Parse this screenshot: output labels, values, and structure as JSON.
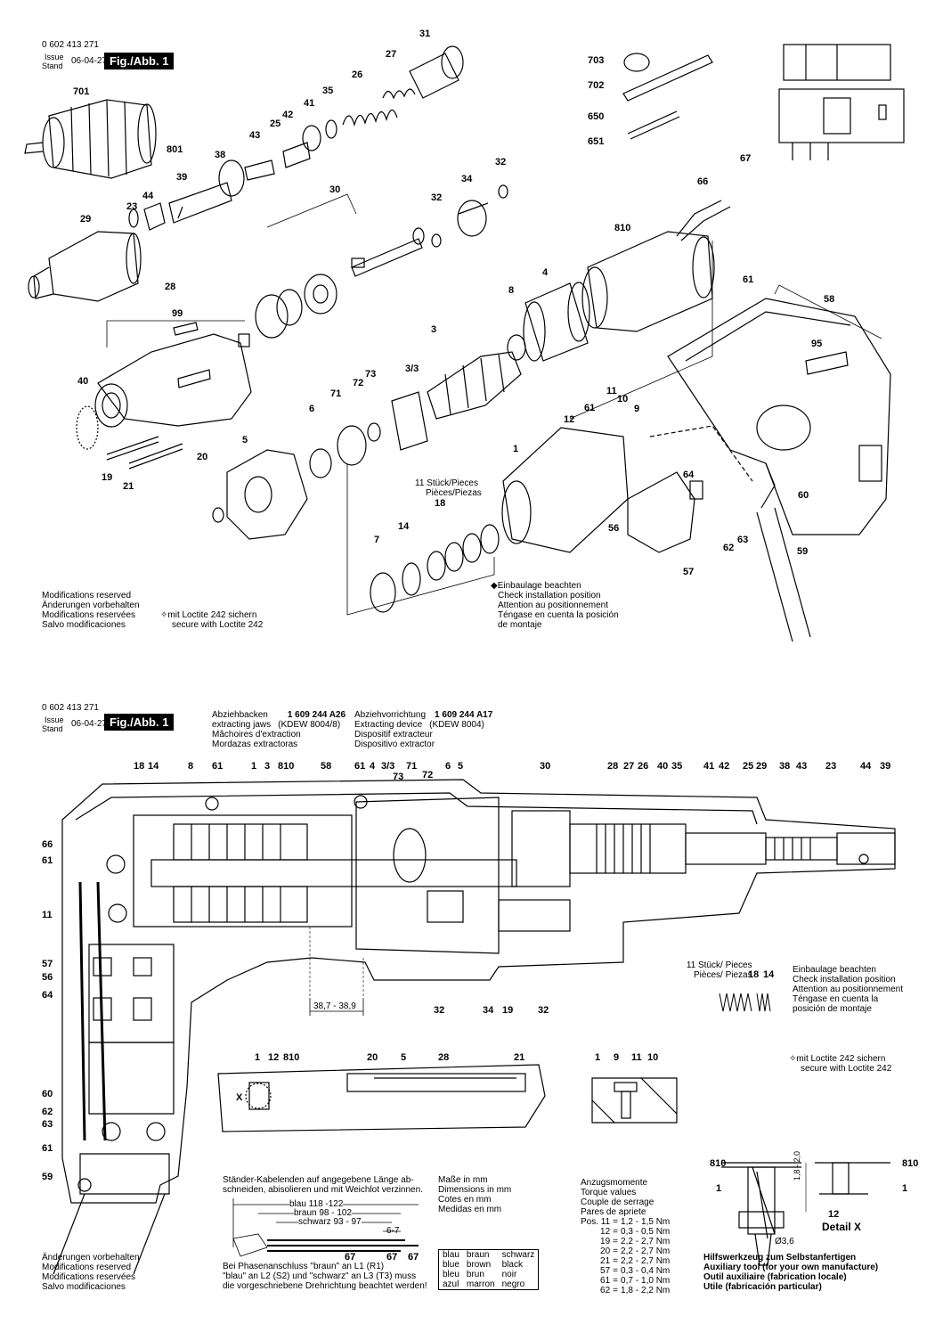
{
  "header_top": {
    "doc_number": "0 602 413 271",
    "issue_label": "Issue",
    "stand_label": "Stand",
    "date": "06-04-27",
    "fig_label": "Fig./Abb. 1"
  },
  "header_bottom": {
    "doc_number": "0 602 413 271",
    "issue_label": "Issue",
    "stand_label": "Stand",
    "date": "06-04-27",
    "fig_label": "Fig./Abb. 1"
  },
  "top_callouts": [
    "31",
    "27",
    "26",
    "35",
    "41",
    "42",
    "25",
    "43",
    "701",
    "801",
    "38",
    "39",
    "23",
    "44",
    "29",
    "30",
    "32",
    "34",
    "32",
    "703",
    "702",
    "650",
    "651",
    "66",
    "67",
    "810",
    "4",
    "8",
    "3",
    "3/3",
    "28",
    "99",
    "40",
    "71",
    "72",
    "73",
    "6",
    "5",
    "20",
    "19",
    "21",
    "11",
    "10",
    "61",
    "12",
    "9",
    "1",
    "58",
    "61",
    "95",
    "64",
    "60",
    "56",
    "63",
    "62",
    "57",
    "59",
    "7",
    "14",
    "18"
  ],
  "pieces_note": [
    "11 Stück/Pieces",
    "Pièces/Piezas"
  ],
  "modifications_top": [
    "Modifications reserved",
    "Änderungen vorbehalten",
    "Modifications reservées",
    "Salvo modificaciones"
  ],
  "loctite_top": [
    "mit Loctite 242 sichern",
    "secure with Loctite 242"
  ],
  "installation_top": [
    "Einbaulage beachten",
    "Check installation position",
    "Attention au positionnement",
    "Téngase en cuenta la posición",
    "de montaje"
  ],
  "extract_jaws": {
    "rows": [
      "Abziehbacken",
      "extracting jaws",
      "Mâchoires d'extraction",
      "Mordazas extractoras"
    ],
    "part_no": "1 609 244 A26",
    "kdew": "(KDEW 8004/8)"
  },
  "extract_device": {
    "rows": [
      "Abziehvorrichtung",
      "Extracting device",
      "Dispositif extracteur",
      "Dispositivo extractor"
    ],
    "part_no": "1 609 244 A17",
    "kdew": "(KDEW 8004)"
  },
  "section_top_labels": [
    "18",
    "14",
    "8",
    "61",
    "1",
    "3",
    "810",
    "58",
    "61",
    "4",
    "3/3",
    "71",
    "72",
    "73",
    "6",
    "5",
    "30",
    "28",
    "27",
    "26",
    "40",
    "35",
    "41",
    "42",
    "25",
    "29",
    "38",
    "43",
    "23",
    "44",
    "39"
  ],
  "section_left_labels": [
    "66",
    "61",
    "11",
    "57",
    "56",
    "64",
    "60",
    "62",
    "63",
    "61",
    "59"
  ],
  "section_bottom_labels": [
    "32",
    "34",
    "19",
    "32"
  ],
  "dimension": "38,7 - 38,9",
  "pieces_note_bottom": [
    "11 Stück/ Pieces",
    "Pièces/ Piezas"
  ],
  "pieces_bottom_nums": [
    "18",
    "14"
  ],
  "installation_bottom": [
    "Einbaulage beachten",
    "Check installation position",
    "Attention au positionnement",
    "Téngase en cuenta la",
    "posición de montaje"
  ],
  "loctite_bottom": [
    "mit Loctite 242 sichern",
    "secure with Loctite 242"
  ],
  "detail_small_labels": [
    "1",
    "12",
    "810",
    "20",
    "5",
    "28",
    "21",
    "X"
  ],
  "screw_labels": [
    "1",
    "9",
    "11",
    "10"
  ],
  "cable_note": [
    "Ständer-Kabelenden auf angegebene Länge ab-",
    "schneiden, abisolieren und mit Weichlot verzinnen."
  ],
  "cable_lengths": {
    "blau": "blau 118 -122",
    "braun": "braun 98 - 102",
    "schwarz": "schwarz 93 - 97",
    "short": "6-7",
    "labels": [
      "67",
      "67",
      "67"
    ]
  },
  "phase_note": [
    "Bei Phasenanschluss \"braun\" an L1 (R1)",
    "\"blau\" an L2 (S2) und \"schwarz\" an L3 (T3) muss",
    "die vorgeschriebene Drehrichtung beachtet werden!"
  ],
  "modifications_bottom": [
    "Änderungen vorbehalten",
    "Modifications reserved",
    "Modifications reservées",
    "Salvo modificaciones"
  ],
  "dimensions_note": [
    "Maße in mm",
    "Dimensions in mm",
    "Cotes en mm",
    "Medidas en mm"
  ],
  "color_table": [
    [
      "blau",
      "braun",
      "schwarz"
    ],
    [
      "blue",
      "brown",
      "black"
    ],
    [
      "bleu",
      "brun",
      "noir"
    ],
    [
      "azul",
      "marron",
      "negro"
    ]
  ],
  "torque_heading": [
    "Anzugsmomente",
    "Torque values",
    "Couple de serrage",
    "Pares de apriete"
  ],
  "torque_rows": [
    [
      "Pos. 11",
      "=",
      "1,2 -",
      "1,5 Nm"
    ],
    [
      "12",
      "=",
      "0,3 -",
      "0,5 Nm"
    ],
    [
      "19",
      "=",
      "2,2 -",
      "2,7 Nm"
    ],
    [
      "20",
      "=",
      "2,2 -",
      "2,7 Nm"
    ],
    [
      "21",
      "=",
      "2,2 -",
      "2,7 Nm"
    ],
    [
      "57",
      "=",
      "0,3 -",
      "0,4 Nm"
    ],
    [
      "61",
      "=",
      "0,7 -",
      "1,0 Nm"
    ],
    [
      "62",
      "=",
      "1,8 -",
      "2,2 Nm"
    ]
  ],
  "detail_x": {
    "title": "Detail X",
    "labels": [
      "810",
      "1",
      "810",
      "1",
      "12"
    ],
    "dim": "1,8 - 2,0",
    "dia": "Ø3,6"
  },
  "aux_tool": [
    "Hilfswerkzeug zum Selbstanfertigen",
    "Auxiliary tool (for your own manufacture)",
    "Outil auxiliaire (fabrication locale)",
    "Utile (fabricación particular)"
  ]
}
